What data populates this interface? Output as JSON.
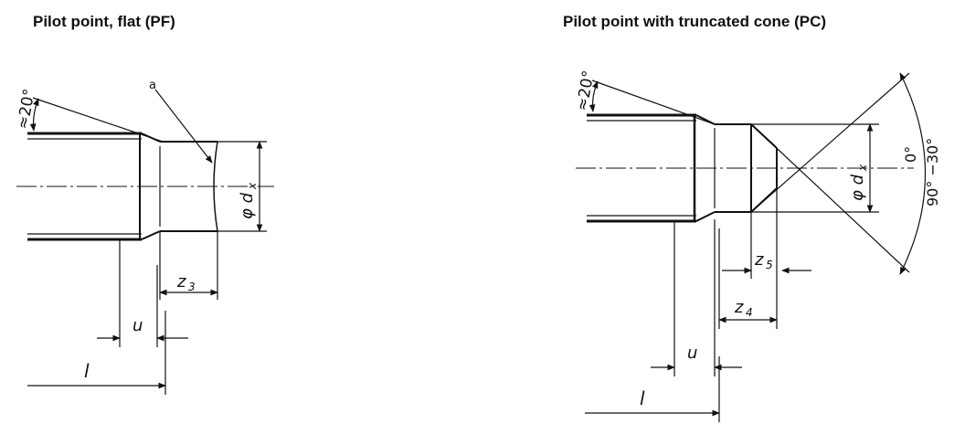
{
  "left": {
    "title": "Pilot point, flat (PF)",
    "angle": "≈20°",
    "note": "a",
    "diameter": "φ d",
    "diameter_sub": "x",
    "z3": "z",
    "z3_sub": "3",
    "u": "u",
    "l": "l"
  },
  "right": {
    "title": "Pilot point with truncated cone (PC)",
    "angle": "≈20°",
    "diameter": "φ d",
    "diameter_sub": "x",
    "cone_angle_top": "0°",
    "cone_angle_bottom": "90° −30°",
    "z5": "z",
    "z5_sub": "5",
    "z4": "z",
    "z4_sub": "4",
    "u": "u",
    "l": "l"
  }
}
